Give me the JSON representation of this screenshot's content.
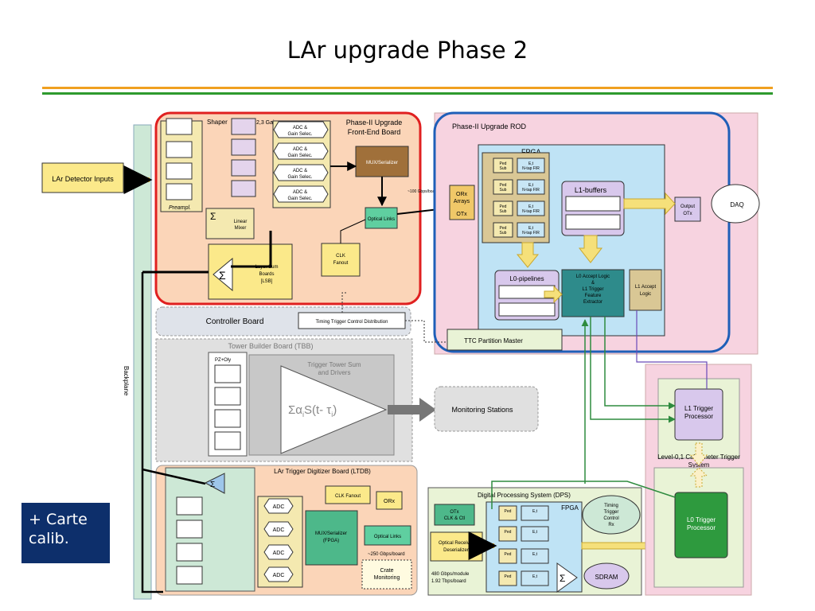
{
  "title": "LAr upgrade Phase 2",
  "inputs": "LAr Detector Inputs",
  "frontend": {
    "title1": "Phase-II Upgrade",
    "title2": "Front-End Board",
    "shaper": "Shaper",
    "gains": "2,3 Gains",
    "preamp": "Preampl.",
    "adc": [
      "ADC &",
      "Gain Selec."
    ],
    "mux": "MUX/Serializer",
    "optical": "Optical Links",
    "linear_mixer": [
      "Linear",
      "Mixer"
    ],
    "clk_fanout": [
      "CLK",
      "Fanout"
    ],
    "lsb": [
      "Layer Sum",
      "Boards",
      "[LSB]"
    ],
    "link_note": "~100 Gbps/board"
  },
  "rod": {
    "title": "Phase-II Upgrade ROD",
    "fpga": "FPGA",
    "orx": [
      "ORx",
      "Arrays"
    ],
    "otx": "OTx",
    "ped": [
      "Ped",
      "Sub"
    ],
    "fir": [
      "E,t",
      "N-tap FIR"
    ],
    "l1buffers": "L1-buffers",
    "l0pipelines": "L0-pipelines",
    "output_otx": [
      "Output",
      "OTx"
    ],
    "daq": "DAQ",
    "l0accept": [
      "L0 Accept Logic",
      "&",
      "L1 Trigger",
      "Feature",
      "Extractor"
    ],
    "l1accept": [
      "L1 Accept",
      "Logic"
    ],
    "ttc": "TTC Partition Master"
  },
  "controller": {
    "label": "Controller Board",
    "ttcd": "Timing Trigger Control Distribution"
  },
  "backplane": "Backplane",
  "tbb": {
    "title": "Tower Builder Board (TBB)",
    "pzo": "PZ+Oly",
    "tts": [
      "Trigger Tower Sum",
      "and Drivers"
    ],
    "formula": "Σα",
    "formula_sub": "i",
    "formula_rest": "S(t- τ",
    "formula_sub2": "i",
    "formula_end": ")"
  },
  "monitoring": "Monitoring Stations",
  "ltdb": {
    "title": "LAr Trigger Digitizer Board (LTDB)",
    "clk_fanout": "CLK Fanout",
    "orx": "ORx",
    "adc": "ADC",
    "mux": [
      "MUX/Serializer",
      "(FPGA)"
    ],
    "optical": "Optical Links",
    "rate": "~250 Gbps/board",
    "crate": [
      "Crate",
      "Monitoring"
    ]
  },
  "dps": {
    "title": "Digital Processing System (DPS)",
    "otx": [
      "OTx",
      "CLK & Ctl"
    ],
    "orx": [
      "Optical Receiver",
      "Deserializer"
    ],
    "fpga": "FPGA",
    "timing": [
      "Timing",
      "Trigger",
      "Control",
      "Rx"
    ],
    "sdram": "SDRAM",
    "rates": [
      "480 Gbps/module",
      "1.92 Tbps/board"
    ]
  },
  "l1trigger": [
    "L1 Trigger",
    "Processor"
  ],
  "l0trigger": [
    "L0 Trigger",
    "Processor"
  ],
  "calo": [
    "Level-0,1 Calorimeter Trigger",
    "System"
  ],
  "callout": "+ Carte\ncalib.",
  "colors": {
    "red_outline": "#e02020",
    "blue_outline": "#1f5fb8",
    "callout_bg": "#0d2f6b",
    "frontend_bg": "#fbd5b8",
    "rod_bg": "#f7d3e0",
    "fpga_bg": "#bfe3f5"
  }
}
